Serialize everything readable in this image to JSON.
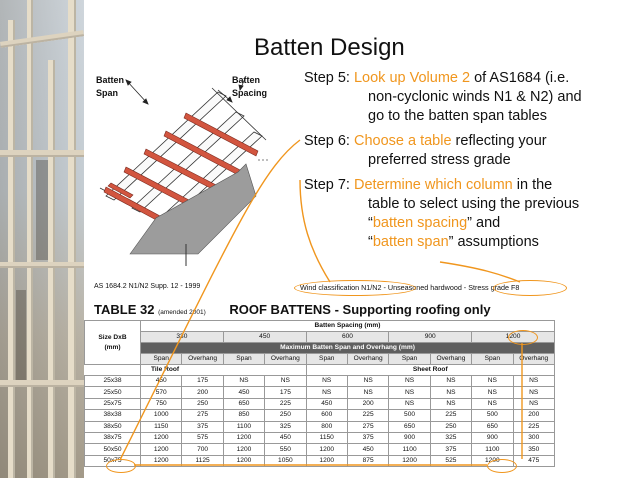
{
  "slide": {
    "title": "Batten Design",
    "accent_color": "#f0961e"
  },
  "diagram": {
    "label_span_line1": "Batten",
    "label_span_line2": "Span",
    "label_spacing_line1": "Batten",
    "label_spacing_line2": "Spacing"
  },
  "steps": [
    {
      "lead": "Step 5: ",
      "highlight": "Look up Volume 2",
      "rest_line1": " of AS1684 (i.e.",
      "rest_lines": [
        "non-cyclonic winds N1 & N2) and",
        "go to the batten span tables"
      ]
    },
    {
      "lead": "Step 6: ",
      "highlight": "Choose a table",
      "rest_line1": " reflecting your",
      "rest_lines": [
        "preferred stress grade"
      ]
    },
    {
      "lead": "Step 7: ",
      "highlight": "Determine which column",
      "rest_line1": " in the",
      "rest_lines": [
        "table to select using the previous"
      ],
      "line3_pre": "“",
      "line3_hl": "batten spacing",
      "line3_post": "” and",
      "line4_pre": "“",
      "line4_hl": "batten span",
      "line4_post": "” assumptions"
    }
  ],
  "table": {
    "source": "AS 1684.2 N1/N2 Supp. 12 - 1999",
    "wind_circle_text": "Wind classification N1/N2",
    "wind_middle": " - Unseasoned hardwood - ",
    "wind_stress_text": "Stress grade F8",
    "title": "TABLE 32",
    "amended": "(amended 2001)",
    "subtitle": "ROOF BATTENS - Supporting roofing only",
    "batten_spacing_label": "Batten Spacing (mm)",
    "spacings": [
      "330",
      "450",
      "600",
      "900",
      "1200"
    ],
    "size_label_line1": "Size DxB",
    "size_label_line2": "(mm)",
    "max_label": "Maximum Batten Span and Overhang (mm)",
    "col_headers": [
      "Span",
      "Overhang",
      "Span",
      "Overhang",
      "Span",
      "Overhang",
      "Span",
      "Overhang",
      "Span",
      "Overhang"
    ],
    "tile_roof": "Tile Roof",
    "sheet_roof": "Sheet Roof",
    "rows": [
      {
        "size": "25x38",
        "cells": [
          "450",
          "175",
          "NS",
          "NS",
          "NS",
          "NS",
          "NS",
          "NS",
          "NS",
          "NS"
        ]
      },
      {
        "size": "25x50",
        "cells": [
          "570",
          "200",
          "450",
          "175",
          "NS",
          "NS",
          "NS",
          "NS",
          "NS",
          "NS"
        ]
      },
      {
        "size": "25x75",
        "cells": [
          "750",
          "250",
          "650",
          "225",
          "450",
          "200",
          "NS",
          "NS",
          "NS",
          "NS"
        ]
      },
      {
        "size": "38x38",
        "cells": [
          "1000",
          "275",
          "850",
          "250",
          "600",
          "225",
          "500",
          "225",
          "500",
          "200"
        ]
      },
      {
        "size": "38x50",
        "cells": [
          "1150",
          "375",
          "1100",
          "325",
          "800",
          "275",
          "650",
          "250",
          "650",
          "225"
        ]
      },
      {
        "size": "38x75",
        "cells": [
          "1200",
          "575",
          "1200",
          "450",
          "1150",
          "375",
          "900",
          "325",
          "900",
          "300"
        ]
      },
      {
        "size": "50x50",
        "cells": [
          "1200",
          "700",
          "1200",
          "550",
          "1200",
          "450",
          "1100",
          "375",
          "1100",
          "350"
        ]
      },
      {
        "size": "50x75",
        "cells": [
          "1200",
          "1125",
          "1200",
          "1050",
          "1200",
          "875",
          "1200",
          "525",
          "1200",
          "475"
        ]
      }
    ]
  }
}
